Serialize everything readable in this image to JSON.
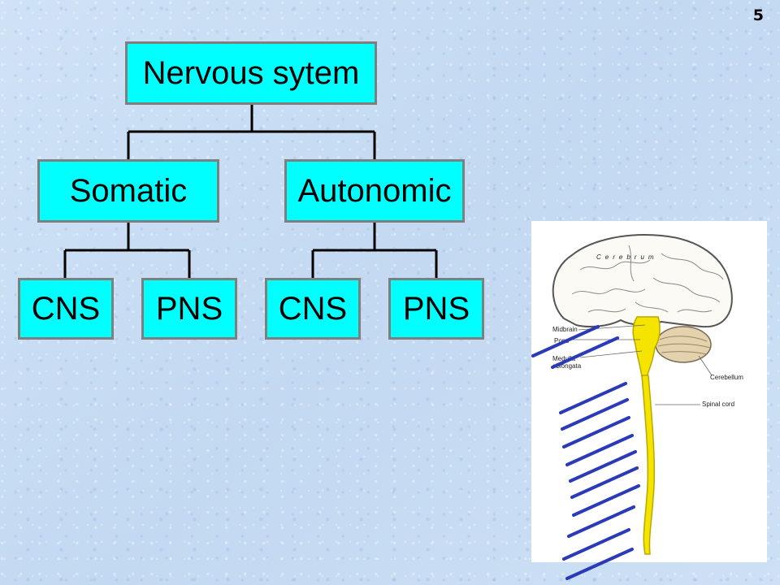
{
  "slide_number": "5",
  "tree": {
    "root": "Nervous sytem",
    "somatic": "Somatic",
    "autonomic": "Autonomic",
    "somatic_cns": "CNS",
    "somatic_pns": "PNS",
    "autonomic_cns": "CNS",
    "autonomic_pns": "PNS"
  },
  "brain": {
    "cerebrum": "Cerebrum",
    "midbrain": "Midbrain",
    "pons": "Pons",
    "medulla_line1": "Medulla",
    "medulla_line2": "oblongata",
    "cerebellum": "Cerebellum",
    "spinal_cord": "Spinal cord"
  },
  "colors": {
    "node_fill": "#00ffff",
    "node_border": "#7f7f7f",
    "connector": "#000000",
    "spinal_cord": "#f5e300",
    "hatch_lines": "#2b3bb8",
    "background": "#c9def4"
  }
}
